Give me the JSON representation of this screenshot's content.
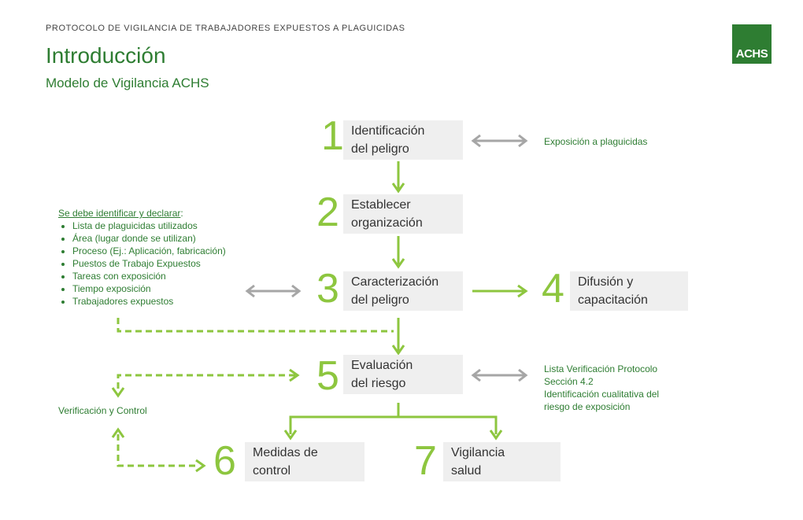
{
  "header": {
    "protocol": "PROTOCOLO DE VIGILANCIA DE TRABAJADORES EXPUESTOS A PLAGUICIDAS",
    "title": "Introducción",
    "subtitle": "Modelo de Vigilancia ACHS",
    "logo": "ACHS"
  },
  "steps": [
    {
      "num": "1",
      "line1": "Identificación",
      "line2": "del peligro"
    },
    {
      "num": "2",
      "line1": "Establecer",
      "line2": "organización"
    },
    {
      "num": "3",
      "line1": "Caracterización",
      "line2": "del peligro"
    },
    {
      "num": "4",
      "line1": "Difusión y",
      "line2": "capacitación"
    },
    {
      "num": "5",
      "line1": "Evaluación",
      "line2": "del riesgo"
    },
    {
      "num": "6",
      "line1": "Medidas de",
      "line2": "control"
    },
    {
      "num": "7",
      "line1": "Vigilancia",
      "line2": "salud"
    }
  ],
  "notes": {
    "exposicion": "Exposición a plaguicidas",
    "lista_verificacion": [
      "Lista Verificación Protocolo",
      "Sección 4.2",
      "Identificación cualitativa del",
      "riesgo de exposición"
    ],
    "verificacion": "Verificación y Control"
  },
  "declarar": {
    "heading": "Se debe identificar y declarar",
    "heading_suffix": ":",
    "items": [
      "Lista de plaguicidas utilizados",
      "Área (lugar donde se utilizan)",
      "Proceso (Ej.: Aplicación, fabricación)",
      "Puestos de Trabajo Expuestos",
      "Tareas  con exposición",
      "Tiempo exposición",
      "Trabajadores  expuestos"
    ]
  },
  "colors": {
    "accent_green": "#8dc63f",
    "dark_green": "#2e7d32",
    "box_gray": "#efefef",
    "arrow_gray": "#a6a6a6"
  }
}
